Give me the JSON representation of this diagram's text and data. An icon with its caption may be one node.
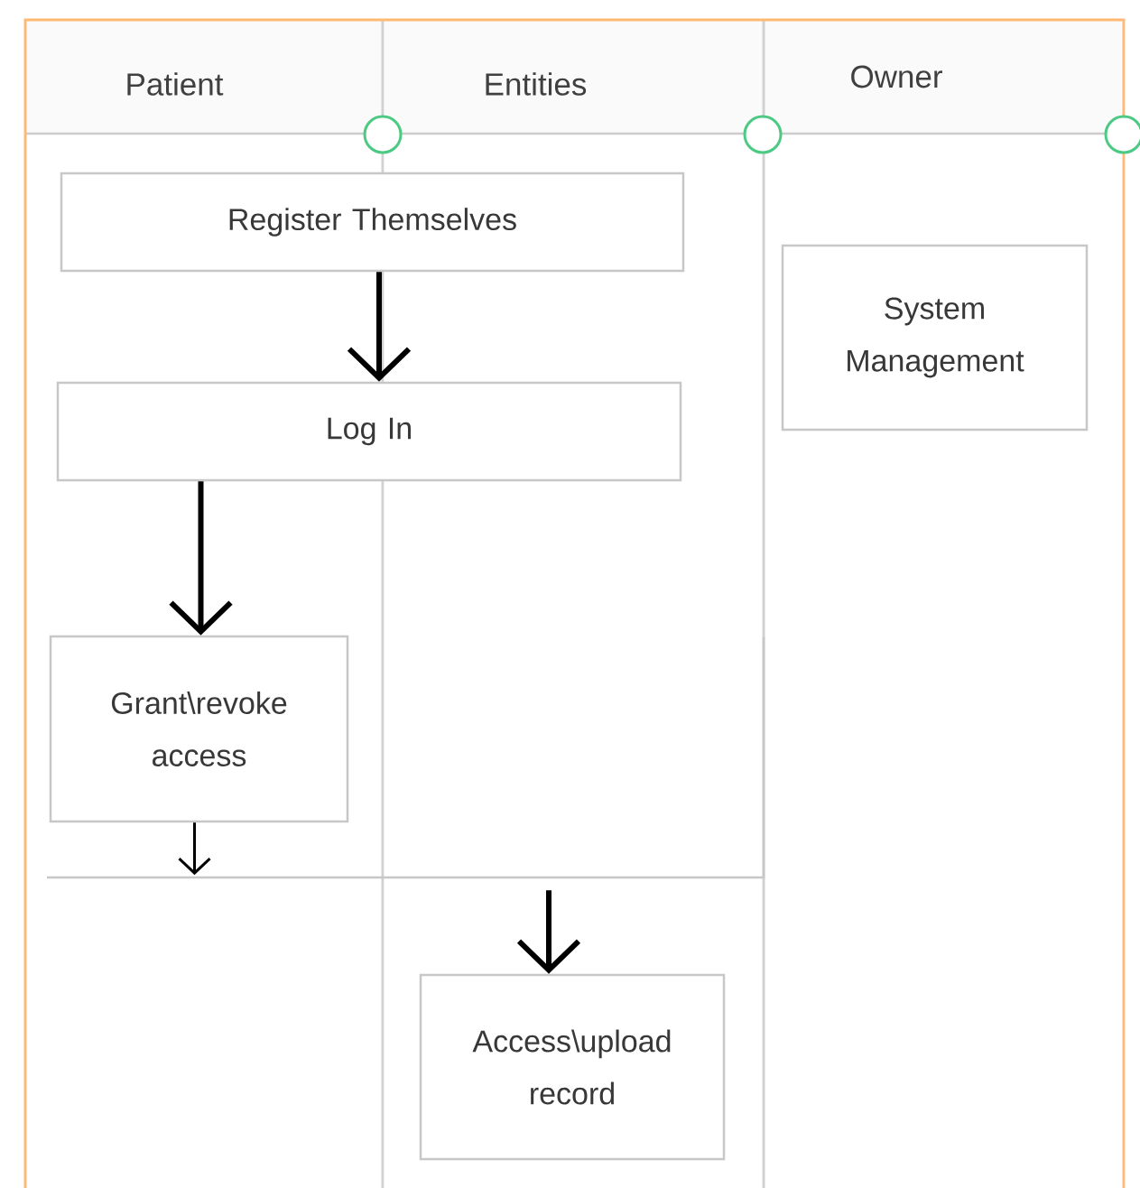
{
  "diagram": {
    "nodes": [
      {
        "text": [
          "Register Themselves"
        ]
      },
      {
        "text": [
          "Log In"
        ]
      },
      {
        "text": [
          "Grant\\revoke access"
        ]
      },
      {
        "text": [
          "System Management"
        ]
      },
      {
        "text": [
          "Access\\upload record"
        ]
      }
    ],
    "edges": [
      {
        "from": 0,
        "to": 1,
        "arrow": "to"
      },
      {
        "from": 1,
        "to": 2,
        "arrow": "to"
      },
      {
        "from": 2,
        "to": null,
        "arrow": "to"
      },
      {
        "from": 2,
        "to": 4,
        "arrow": "to"
      }
    ],
    "labels": [
      "Patient",
      "Entities",
      "Owner"
    ]
  }
}
